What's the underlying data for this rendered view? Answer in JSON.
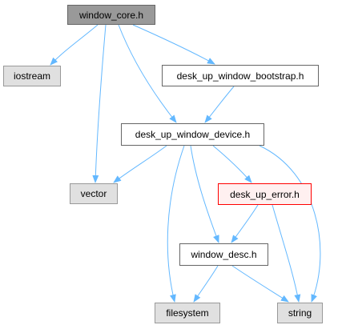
{
  "diagram": {
    "nodes": {
      "root": "window_core.h",
      "iostream": "iostream",
      "bootstrap": "desk_up_window_bootstrap.h",
      "device": "desk_up_window_device.h",
      "vector": "vector",
      "error": "desk_up_error.h",
      "desc": "window_desc.h",
      "filesystem": "filesystem",
      "string": "string"
    },
    "edges": [
      [
        "window_core.h",
        "iostream"
      ],
      [
        "window_core.h",
        "desk_up_window_bootstrap.h"
      ],
      [
        "window_core.h",
        "desk_up_window_device.h"
      ],
      [
        "window_core.h",
        "vector"
      ],
      [
        "desk_up_window_bootstrap.h",
        "desk_up_window_device.h"
      ],
      [
        "desk_up_window_device.h",
        "vector"
      ],
      [
        "desk_up_window_device.h",
        "desk_up_error.h"
      ],
      [
        "desk_up_window_device.h",
        "window_desc.h"
      ],
      [
        "desk_up_window_device.h",
        "filesystem"
      ],
      [
        "desk_up_window_device.h",
        "string"
      ],
      [
        "desk_up_error.h",
        "window_desc.h"
      ],
      [
        "desk_up_error.h",
        "string"
      ],
      [
        "window_desc.h",
        "filesystem"
      ],
      [
        "window_desc.h",
        "string"
      ]
    ],
    "colors": {
      "edge": "#63b8ff",
      "root_fill": "#999999",
      "root_border": "#666666",
      "local_fill": "#ffffff",
      "local_border": "#666666",
      "system_fill": "#e0e0e0",
      "system_border": "#999999",
      "error_fill": "#fff0f0",
      "error_border": "#ff0000"
    }
  }
}
